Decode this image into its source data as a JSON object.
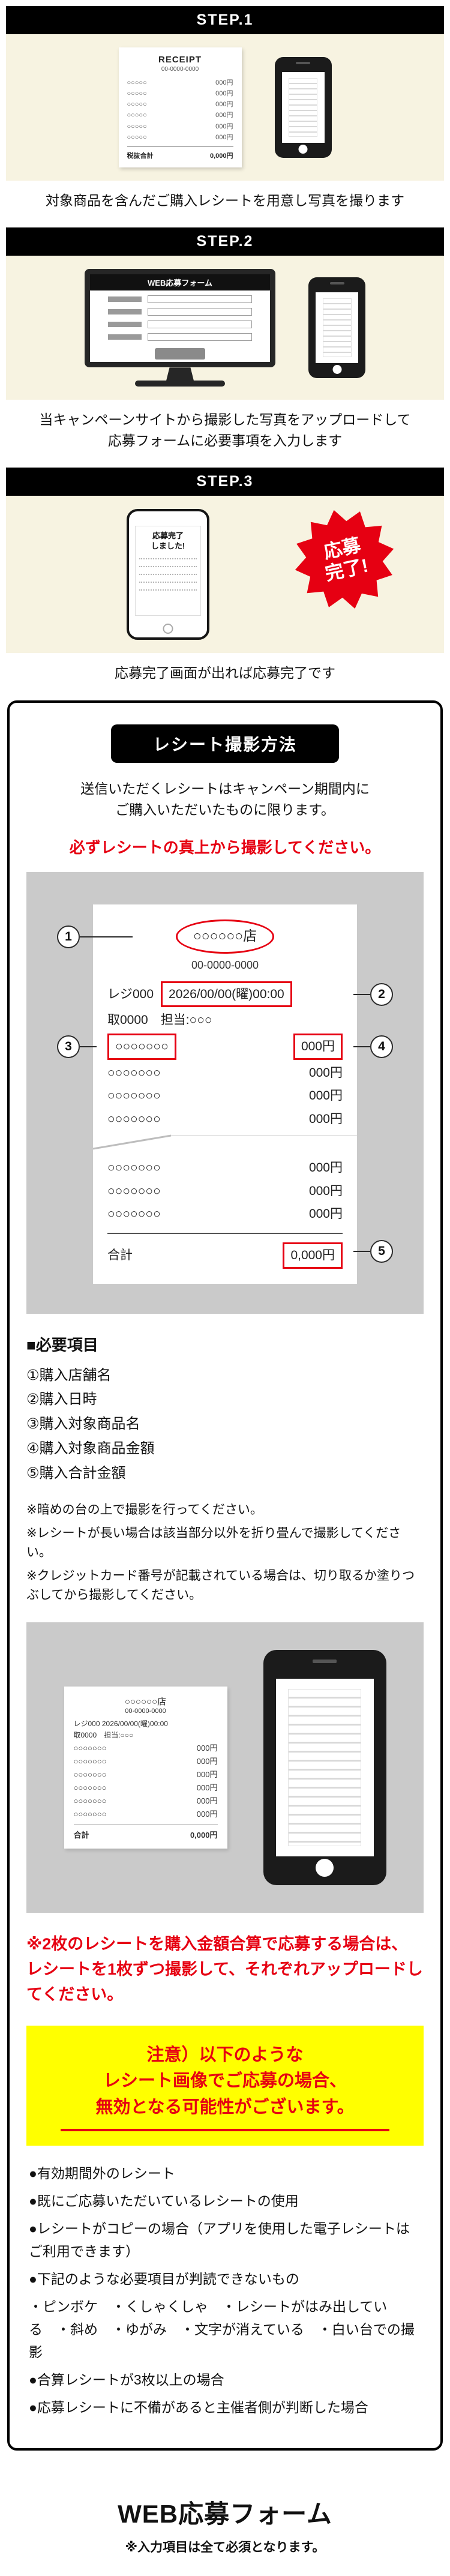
{
  "colors": {
    "accent_red": "#e60012",
    "step_header_bg": "#000000",
    "step_panel_bg": "#f7f3e1",
    "diagram_bg": "#cacaca",
    "caution_bg": "#ffff00"
  },
  "steps": [
    {
      "label": "STEP.1",
      "caption": [
        "対象商品を含んだご購入レシートを用意し写真を撮ります"
      ]
    },
    {
      "label": "STEP.2",
      "caption": [
        "当キャンペーンサイトから撮影した写真をアップロードして",
        "応募フォームに必要事項を入力します"
      ]
    },
    {
      "label": "STEP.3",
      "caption": [
        "応募完了画面が出れば応募完了です"
      ]
    }
  ],
  "step1": {
    "receipt_title": "RECEIPT",
    "receipt_tel": "00-0000-0000",
    "total_label": "税抜合計",
    "total_value": "0,000円"
  },
  "step2": {
    "screen_title": "WEB応募フォーム"
  },
  "step3": {
    "screen_lines": [
      "応募完了",
      "しました!"
    ],
    "badge_lines": [
      "応募",
      "完了!"
    ]
  },
  "ph": {
    "item5": "○○○○○",
    "item7": "○○○○○○○",
    "price": "000円"
  },
  "guide": {
    "title": "レシート撮影方法",
    "intro": [
      "送信いただくレシートはキャンペーン期間内に",
      "ご購入いただいたものに限ります。"
    ],
    "warning": "必ずレシートの真上から撮影してください。",
    "two_receipts_note": "※2枚のレシートを購入金額合算で応募する場合は、レシートを1枚ずつ撮影して、それぞれアップロードしてください。"
  },
  "receipt": {
    "store": "○○○○○○店",
    "tel": "00-0000-0000",
    "register": "レジ000",
    "datetime": "2026/00/00(曜)00:00",
    "staff": "取0000　担当:○○○",
    "item": "○○○○○○○",
    "price": "000円",
    "total_label": "合計",
    "total_value": "0,000円"
  },
  "annotations": [
    "1",
    "2",
    "3",
    "4",
    "5"
  ],
  "required": {
    "title": "■必要項目",
    "items": [
      "①購入店舗名",
      "②購入日時",
      "③購入対象商品名",
      "④購入対象商品金額",
      "⑤購入合計金額"
    ]
  },
  "notes": [
    "※暗めの台の上で撮影を行ってください。",
    "※レシートが長い場合は該当部分以外を折り畳んで撮影してください。",
    "※クレジットカード番号が記載されている場合は、切り取るか塗りつぶしてから撮影してください。"
  ],
  "caution": {
    "lines": [
      "注意）以下のような",
      "レシート画像でご応募の場合、",
      "無効となる可能性がございます。"
    ],
    "bullets": [
      "●有効期間外のレシート",
      "●既にご応募いただいているレシートの使用",
      "●レシートがコピーの場合（アプリを使用した電子レシートはご利用できます）",
      "●下記のような必要項目が判読できないもの",
      "・ピンボケ　・くしゃくしゃ　・レシートがはみ出している　・斜め　・ゆがみ　・文字が消えている　・白い台での撮影",
      "●合算レシートが3枚以上の場合",
      "●応募レシートに不備があると主催者側が判断した場合"
    ]
  },
  "footer": {
    "title": "WEB応募フォーム",
    "note": "※入力項目は全て必須となります。"
  }
}
